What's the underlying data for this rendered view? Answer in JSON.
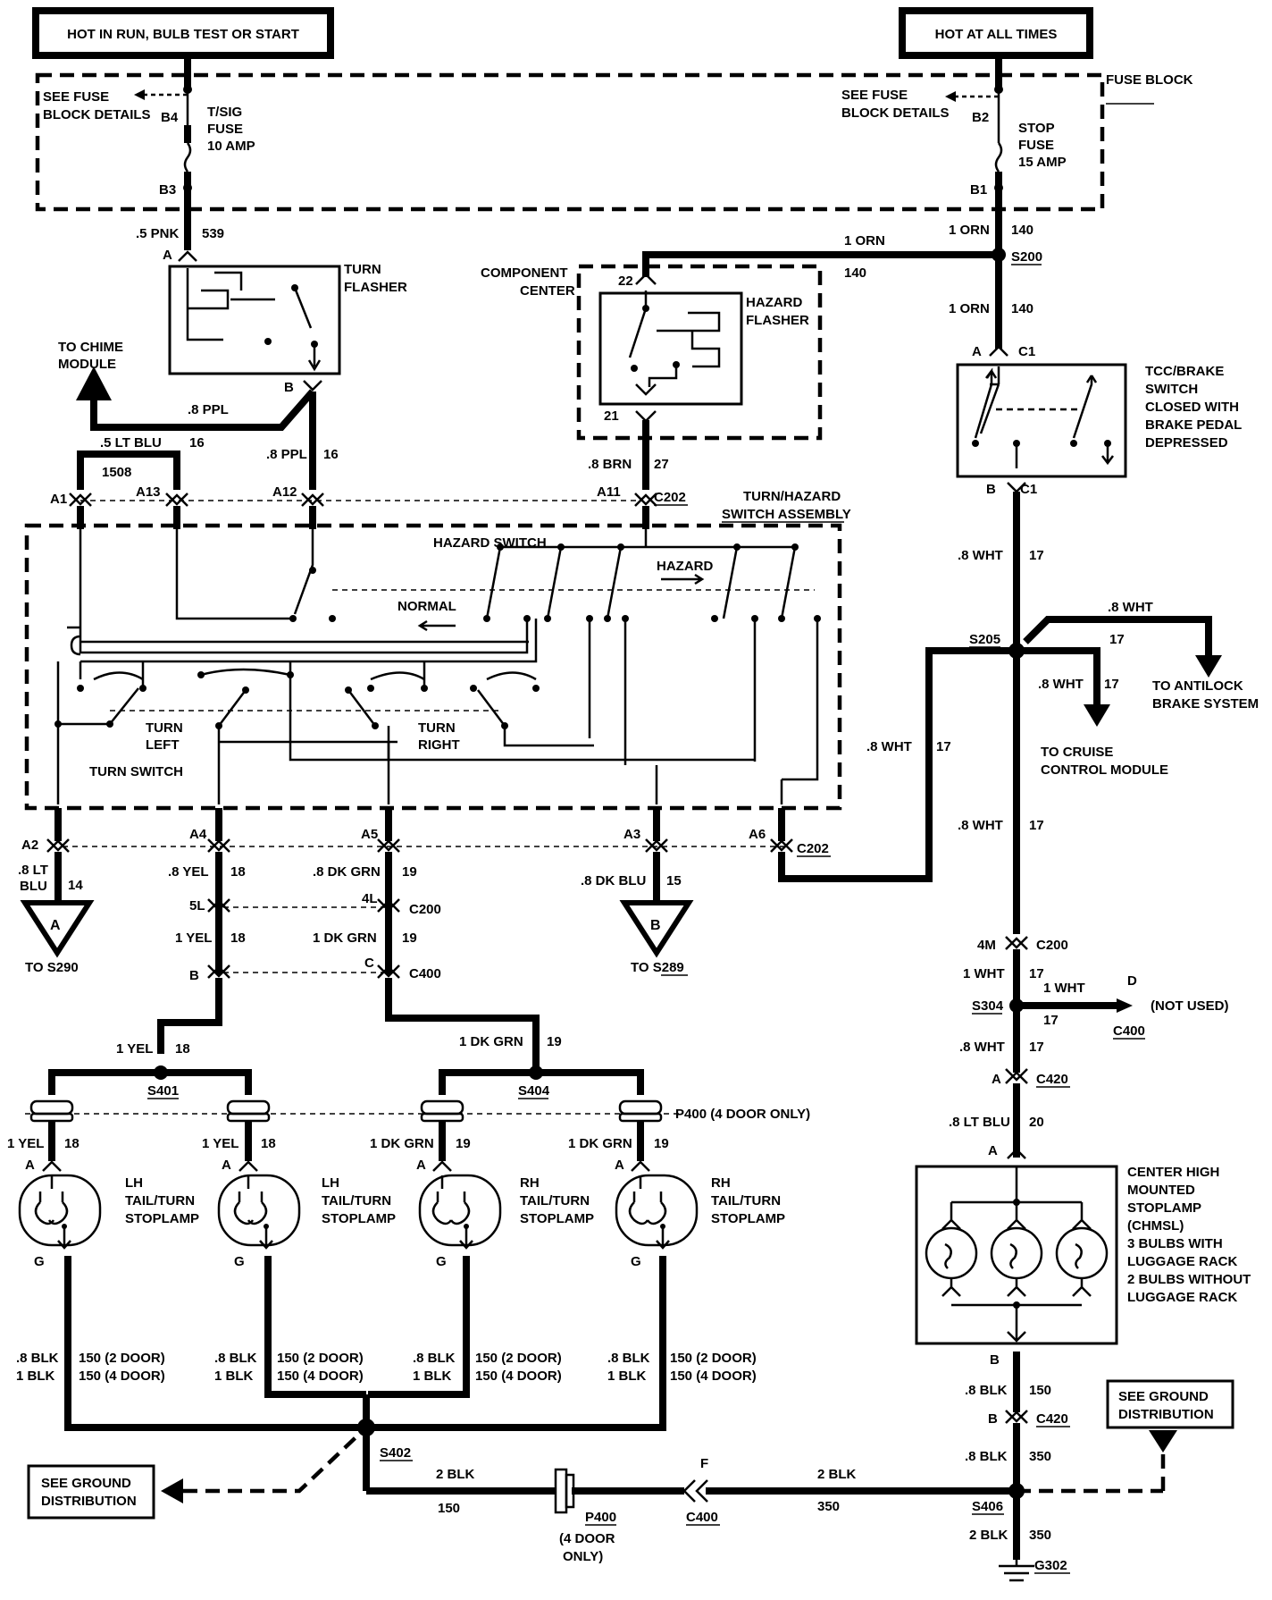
{
  "power": {
    "run_label": "HOT IN RUN, BULB TEST OR START",
    "always_label": "HOT AT ALL TIMES"
  },
  "fuse_block": {
    "title": "FUSE BLOCK",
    "see_details_1": "SEE FUSE",
    "see_details_2": "BLOCK DETAILS",
    "tsig": {
      "name": "T/SIG",
      "type": "FUSE",
      "rating": "10 AMP",
      "in": "B4",
      "out": "B3"
    },
    "stop": {
      "name": "STOP",
      "type": "FUSE",
      "rating": "15 AMP",
      "in": "B2",
      "out": "B1"
    }
  },
  "wires": {
    "w539": {
      "gauge": ".5 PNK",
      "circuit": "539"
    },
    "w140a": {
      "gauge": "1 ORN",
      "circuit": "140"
    },
    "w140b": {
      "gauge": "1 ORN",
      "circuit": "140"
    },
    "w140c": {
      "gauge": "1 ORN",
      "circuit": "140"
    },
    "ppl1": {
      "gauge": ".8 PPL"
    },
    "ppl2": {
      "gauge": ".8 PPL",
      "circuit": "16"
    },
    "ltblu": {
      "gauge": ".5 LT BLU",
      "circuit": "16",
      "circuit2": "1508"
    },
    "brn": {
      "gauge": ".8 BRN",
      "circuit": "27"
    },
    "wht1": {
      "gauge": ".8 WHT",
      "circuit": "17"
    },
    "wht2": {
      "gauge": ".8 WHT",
      "circuit": "17"
    },
    "wht3": {
      "gauge": ".8 WHT",
      "circuit": "17"
    },
    "wht4": {
      "gauge": ".8 WHT",
      "circuit": "17"
    },
    "wht5": {
      "gauge": ".8 WHT",
      "circuit": "17"
    },
    "wht6": {
      "gauge": "1 WHT",
      "circuit": "17"
    },
    "wht7": {
      "gauge": "1 WHT",
      "circuit": "17"
    },
    "wht8": {
      "gauge": ".8 WHT",
      "circuit": "17"
    },
    "ltblu20": {
      "gauge": ".8 LT BLU",
      "circuit": "20"
    },
    "ltblu14": {
      "gauge1": ".8 LT",
      "gauge2": "BLU",
      "circuit": "14"
    },
    "yel1": {
      "gauge": ".8 YEL",
      "circuit": "18"
    },
    "yel2": {
      "gauge": "1 YEL",
      "circuit": "18"
    },
    "yel3": {
      "gauge": "1 YEL",
      "circuit": "18"
    },
    "grn1": {
      "gauge": ".8 DK GRN",
      "circuit": "19"
    },
    "grn2": {
      "gauge": "1 DK GRN",
      "circuit": "19"
    },
    "grn3": {
      "gauge": "1 DK GRN",
      "circuit": "19"
    },
    "dkblu": {
      "gauge": ".8 DK BLU",
      "circuit": "15"
    },
    "lamp_yel": {
      "gauge": "1 YEL",
      "circuit": "18"
    },
    "lamp_grn": {
      "gauge": "1 DK GRN",
      "circuit": "19"
    },
    "blk_a": ".8 BLK",
    "blk_b": "1 BLK",
    "blk_c1": "150 (2 DOOR)",
    "blk_c2": "150 (4 DOOR)",
    "chmsl_gnd": {
      "gauge": ".8 BLK",
      "circuit": "150"
    },
    "blk350a": {
      "gauge": ".8 BLK",
      "circuit": "350"
    },
    "blk350b": {
      "gauge": "2 BLK",
      "circuit": "350"
    },
    "blk350c": {
      "gauge": "2 BLK",
      "circuit": "350"
    },
    "blk150": {
      "gauge": "2 BLK",
      "circuit": "150"
    }
  },
  "components": {
    "turn_flasher": [
      "TURN",
      "FLASHER"
    ],
    "component_center": [
      "COMPONENT",
      "CENTER"
    ],
    "hazard_flasher": [
      "HAZARD",
      "FLASHER"
    ],
    "tcc_switch": [
      "TCC/BRAKE",
      "SWITCH",
      "CLOSED WITH",
      "BRAKE PEDAL",
      "DEPRESSED"
    ],
    "turn_hazard_assembly": [
      "TURN/HAZARD",
      "SWITCH ASSEMBLY"
    ],
    "hazard_switch": "HAZARD  SWITCH",
    "hazard_label": "HAZARD",
    "normal_label": "NORMAL",
    "turn_left": [
      "TURN",
      "LEFT"
    ],
    "turn_right": [
      "TURN",
      "RIGHT"
    ],
    "turn_switch": "TURN SWITCH",
    "chmsl": [
      "CENTER HIGH",
      "MOUNTED",
      "STOPLAMP",
      "(CHMSL)",
      "3 BULBS WITH",
      "LUGGAGE RACK",
      "2 BULBS WITHOUT",
      "LUGGAGE RACK"
    ],
    "lamps": [
      {
        "side": "LH",
        "l1": "TAIL/TURN",
        "l2": "STOPLAMP"
      },
      {
        "side": "LH",
        "l1": "TAIL/TURN",
        "l2": "STOPLAMP"
      },
      {
        "side": "RH",
        "l1": "TAIL/TURN",
        "l2": "STOPLAMP"
      },
      {
        "side": "RH",
        "l1": "TAIL/TURN",
        "l2": "STOPLAMP"
      }
    ]
  },
  "destinations": {
    "chime": [
      "TO CHIME",
      "MODULE"
    ],
    "antilock": [
      "TO ANTILOCK",
      "BRAKE SYSTEM"
    ],
    "cruise": [
      "TO CRUISE",
      "CONTROL MODULE"
    ],
    "s290": "TO S290",
    "s289": "TO S289",
    "not_used": "(NOT USED)",
    "ground1": [
      "SEE GROUND",
      "DISTRIBUTION"
    ],
    "ground2": [
      "SEE GROUND",
      "DISTRIBUTION"
    ],
    "flag_a": "A",
    "flag_b": "B"
  },
  "connectors": {
    "turn_a": "A",
    "turn_b": "B",
    "haz_22": "22",
    "haz_21": "21",
    "tcc_a": "A",
    "tcc_c1_top": "C1",
    "tcc_b": "B",
    "tcc_c1_bot": "C1",
    "a1": "A1",
    "a13": "A13",
    "a12": "A12",
    "a11": "A11",
    "c202_top": "C202",
    "a2": "A2",
    "a4": "A4",
    "a5": "A5",
    "a3": "A3",
    "a6": "A6",
    "c202_bot": "C202",
    "c5l": "5L",
    "c4l": "4L",
    "c200": "C200",
    "cb": "B",
    "cc": "C",
    "c400": "C400",
    "c4m": "4M",
    "c200r": "C200",
    "d": "D",
    "c400r": "C400",
    "a420": "A",
    "c420": "C420",
    "chmsl_a": "A",
    "chmsl_b": "B",
    "b420": "B",
    "c420b": "C420",
    "f": "F",
    "c400g": "C400",
    "p400": "P400 (4 DOOR ONLY)",
    "p400g": "P400",
    "p400g_note1": "(4 DOOR",
    "p400g_note2": "ONLY)",
    "lamp_a": "A",
    "lamp_g": "G"
  },
  "splices": {
    "s200": "S200",
    "s205": "S205",
    "s304": "S304",
    "s401": "S401",
    "s404": "S404",
    "s402": "S402",
    "s406": "S406",
    "g302": "G302"
  }
}
